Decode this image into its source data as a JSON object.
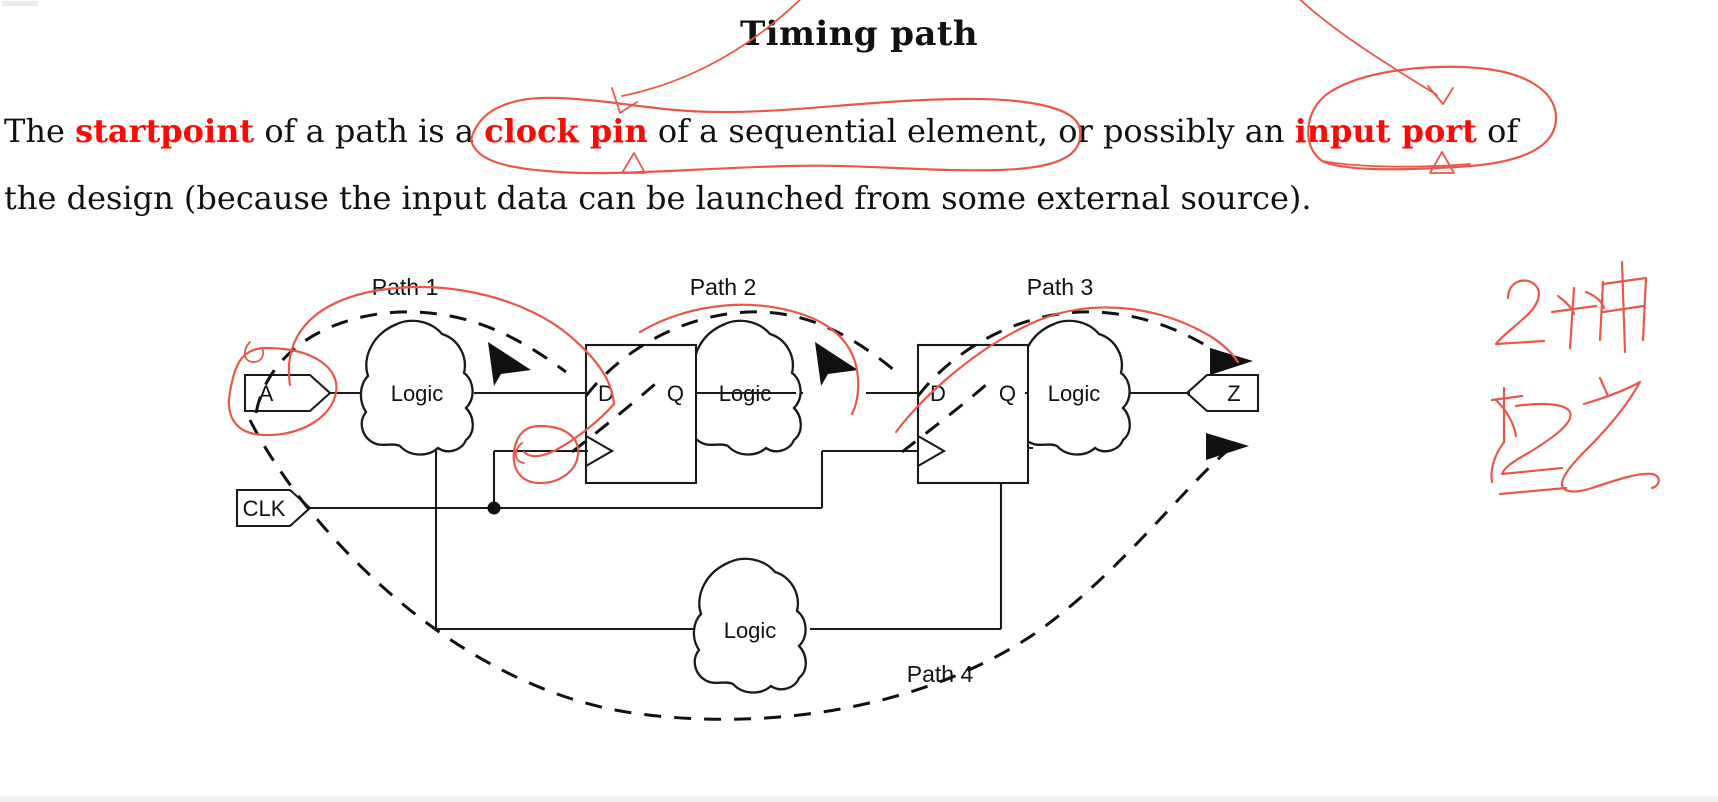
{
  "slide": {
    "title": "Timing path",
    "paragraph": {
      "line1_part1": "The ",
      "line1_hl1": "startpoint",
      "line1_part2": " of a path is a ",
      "line1_hl2": "clock pin",
      "line1_part3": " of a sequential element, or possibly an ",
      "line1_hl3": "input port",
      "line1_part4": " of",
      "line2": "the design (because the input data can be launched from some external source)."
    },
    "highlight_color": "#fb0a05",
    "ink_color": "#e8584a",
    "background_color": "#ffffff"
  },
  "diagram": {
    "type": "timing-path-circuit",
    "ports": [
      {
        "name": "A",
        "kind": "input-port",
        "label": "A"
      },
      {
        "name": "CLK",
        "kind": "input-port",
        "label": "CLK"
      },
      {
        "name": "Z",
        "kind": "output-port",
        "label": "Z"
      }
    ],
    "logic_clouds": [
      {
        "id": "logic1",
        "label": "Logic"
      },
      {
        "id": "logic2",
        "label": "Logic"
      },
      {
        "id": "logic3",
        "label": "Logic"
      },
      {
        "id": "logic4",
        "label": "Logic"
      }
    ],
    "flipflops": [
      {
        "id": "ff1",
        "d_label": "D",
        "q_label": "Q",
        "clock_label": "clock-pin-triangle"
      },
      {
        "id": "ff2",
        "d_label": "D",
        "q_label": "Q",
        "clock_label": "clock-pin-triangle"
      }
    ],
    "path_labels": [
      {
        "id": "path1",
        "label": "Path 1"
      },
      {
        "id": "path2",
        "label": "Path 2"
      },
      {
        "id": "path3",
        "label": "Path 3"
      },
      {
        "id": "path4",
        "label": "Path 4"
      }
    ]
  },
  "annotations": {
    "handwriting": [
      {
        "id": "note-line-1",
        "text": "2种"
      },
      {
        "id": "note-line-2",
        "text": "起点"
      }
    ],
    "circled_terms": [
      "clock pin",
      "input port",
      "A",
      "clock-pin-of-ff1"
    ],
    "ink_color": "#e8584a"
  }
}
